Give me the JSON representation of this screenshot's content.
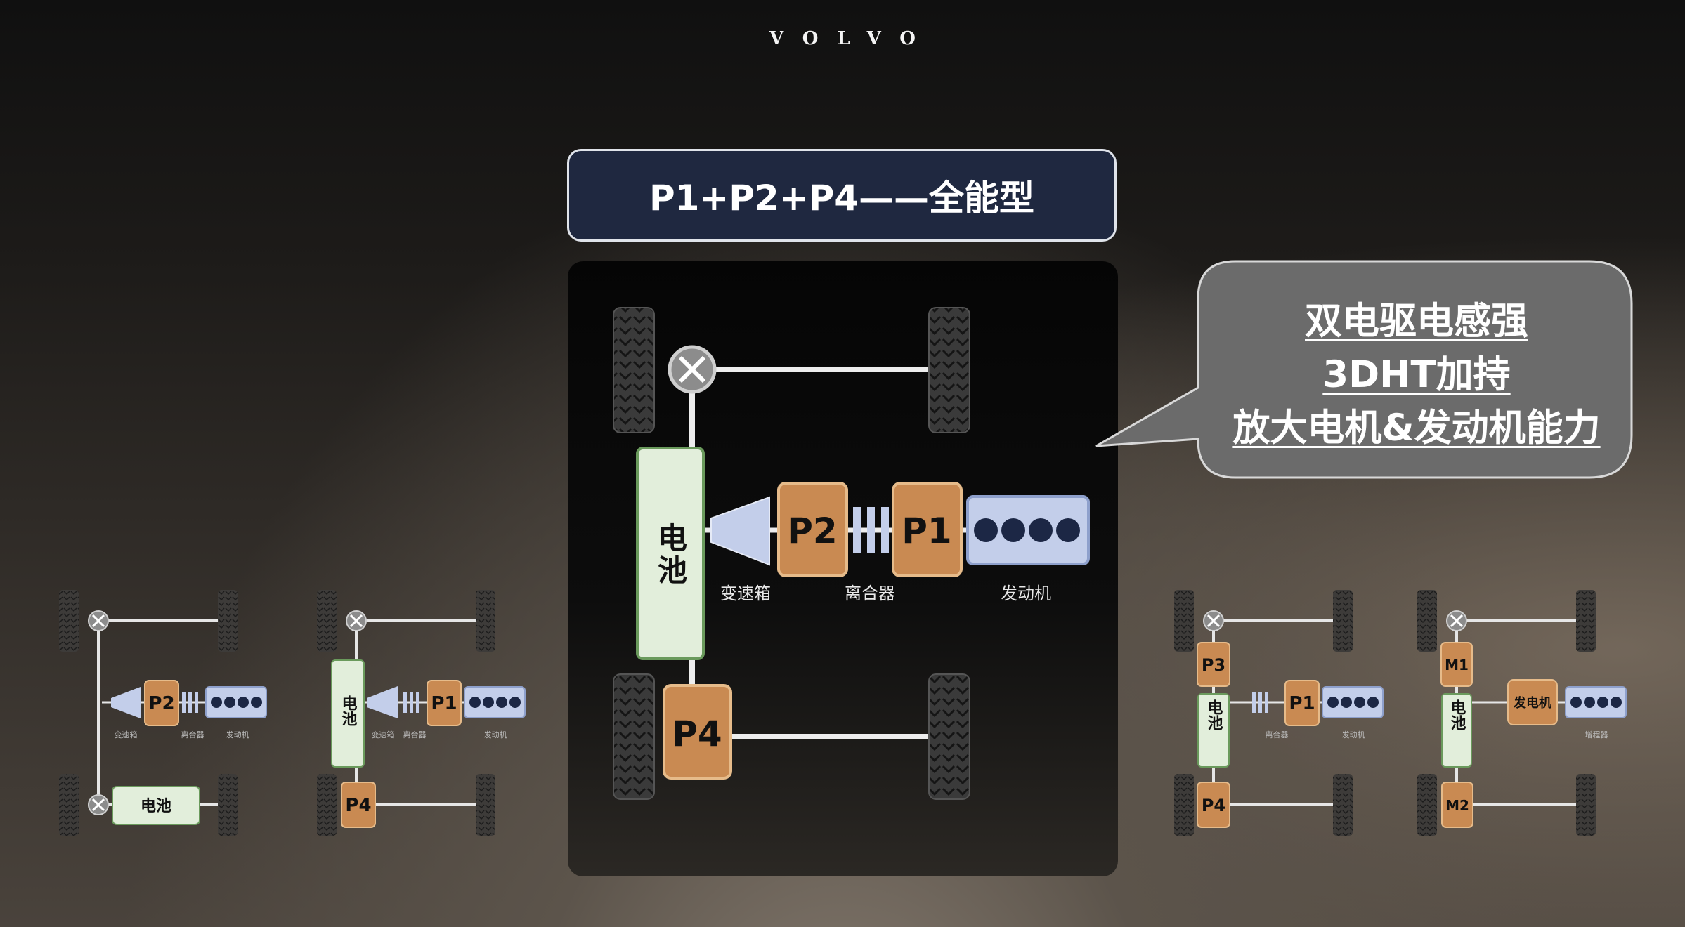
{
  "header": {
    "brand": "VOLVO"
  },
  "title": "P1+P2+P4——全能型",
  "callout": {
    "lines": [
      "双电驱电感强",
      "3DHT加持",
      "放大电机&发动机能力"
    ]
  },
  "main_diagram": {
    "battery": "电池",
    "modules": [
      "P2",
      "P1",
      "P4"
    ],
    "labels": {
      "gearbox": "变速箱",
      "clutch": "离合器",
      "engine": "发动机"
    }
  },
  "mini_diagrams": [
    {
      "modules": [
        "P2"
      ],
      "battery": "电池",
      "labels": [
        "变速箱",
        "离合器",
        "发动机"
      ]
    },
    {
      "modules": [
        "P1",
        "P4"
      ],
      "battery": "电池",
      "labels": [
        "变速箱",
        "离合器",
        "发动机"
      ]
    },
    {
      "modules": [
        "P3",
        "P1",
        "P4"
      ],
      "battery": "电池",
      "labels": [
        "离合器",
        "发动机"
      ]
    },
    {
      "modules": [
        "M1",
        "发电机",
        "M2"
      ],
      "battery": "电池",
      "labels": [
        "增程器"
      ]
    }
  ],
  "colors": {
    "module_fill": "#c98a52",
    "module_stroke": "#e6bb8a",
    "battery_fill": "#e2eedb",
    "battery_stroke": "#6a9a5c",
    "engine_fill": "#c3ceea",
    "engine_cylinder": "#1c2745",
    "title_bg": "#1f2840",
    "callout_bg": "#6a6a6a"
  }
}
